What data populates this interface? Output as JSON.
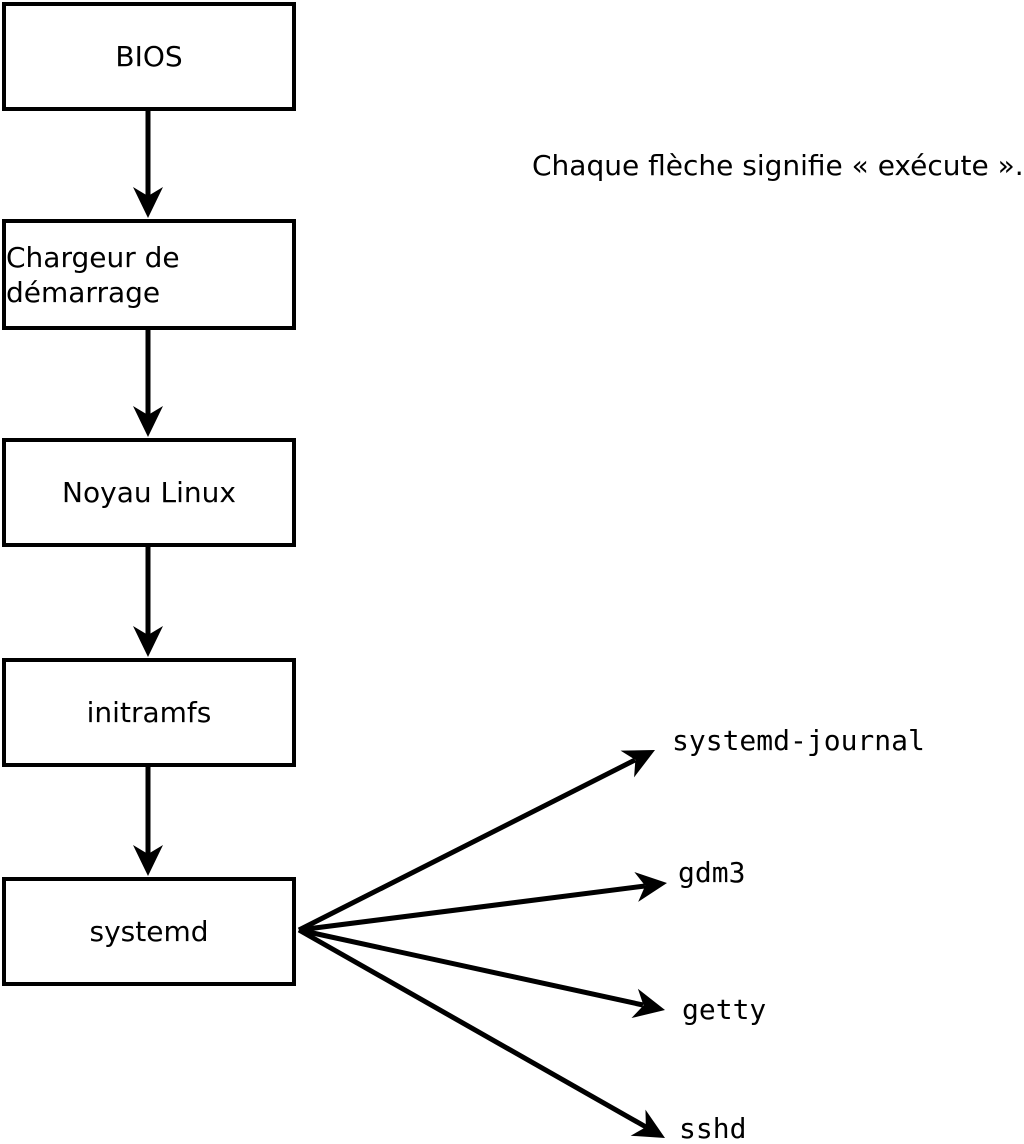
{
  "colors": {
    "ink": "#000000",
    "background": "#ffffff"
  },
  "annotation": "Chaque flèche signifie « exécute ».",
  "boxes": {
    "bios": "BIOS",
    "bootloader": "Chargeur de démarrage",
    "kernel": "Noyau Linux",
    "initramfs": "initramfs",
    "systemd": "systemd"
  },
  "processes": {
    "journal": "systemd-journal",
    "gdm3": "gdm3",
    "getty": "getty",
    "sshd": "sshd"
  }
}
